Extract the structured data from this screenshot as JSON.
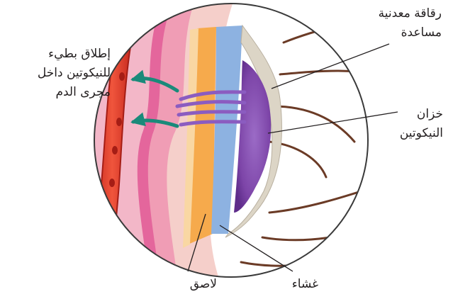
{
  "labels": {
    "foil_line1": "رقاقة معدنية",
    "foil_line2": "مساعدة",
    "release_line1": "إطلاق بطيء",
    "release_line2": "للنيكوتين داخل",
    "release_line3": "مجرى الدم",
    "reservoir_line1": "خزان",
    "reservoir_line2": "النيكوتين",
    "adhesive": "لاصق",
    "membrane": "غشاء"
  },
  "colors": {
    "outline": "#3a3a3a",
    "skin_light": "#f4c9c6",
    "skin_pink": "#ec9fb4",
    "skin_magenta": "#d9568f",
    "vessel_red": "#e8412f",
    "vessel_dark": "#b7221a",
    "adhesive_orange": "#f5a94a",
    "membrane_blue": "#8fb3e0",
    "foil_beige": "#d9d3c7",
    "nicotine_purple": "#8a55b0",
    "arrow_teal": "#1a8a7a",
    "hair": "#6b3b26"
  }
}
